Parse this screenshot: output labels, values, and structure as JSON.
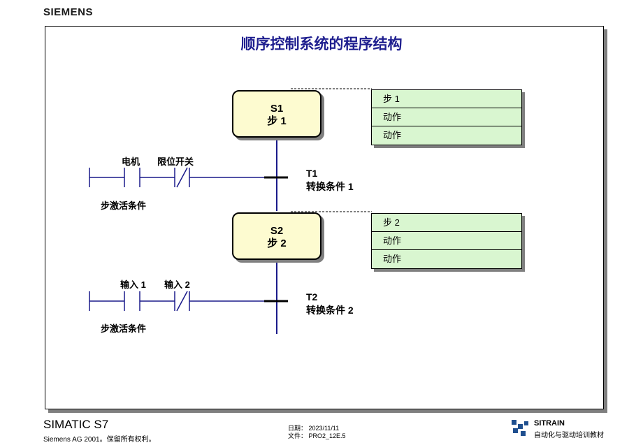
{
  "header": {
    "logo": "SIEMENS"
  },
  "diagram": {
    "title": "顺序控制系统的程序结构",
    "steps": [
      {
        "id": "S1",
        "name": "步 1",
        "actions": [
          "步 1",
          "动作",
          "动作"
        ]
      },
      {
        "id": "S2",
        "name": "步 2",
        "actions": [
          "步 2",
          "动作",
          "动作"
        ]
      }
    ],
    "transitions": [
      {
        "id": "T1",
        "condition": "转换条件 1",
        "contact1": "电机",
        "contact2": "限位开关",
        "rung_label": "步激活条件"
      },
      {
        "id": "T2",
        "condition": "转换条件 2",
        "contact1": "输入 1",
        "contact2": "输入 2",
        "rung_label": "步激活条件"
      }
    ]
  },
  "footer": {
    "product": "SIMATIC S7",
    "copyright": "Siemens AG 2001。保留所有权利。",
    "date_line": "日期：  2023/11/11",
    "file_line": "文件：  PRO2_12E.5",
    "brand": "SITRAIN",
    "brand_sub": "自动化与驱动培训教材"
  },
  "colors": {
    "title": "#1f1f8f",
    "step_fill": "#fdfbd0",
    "action_fill": "#d9f6d0",
    "line": "#1a1a8a"
  }
}
